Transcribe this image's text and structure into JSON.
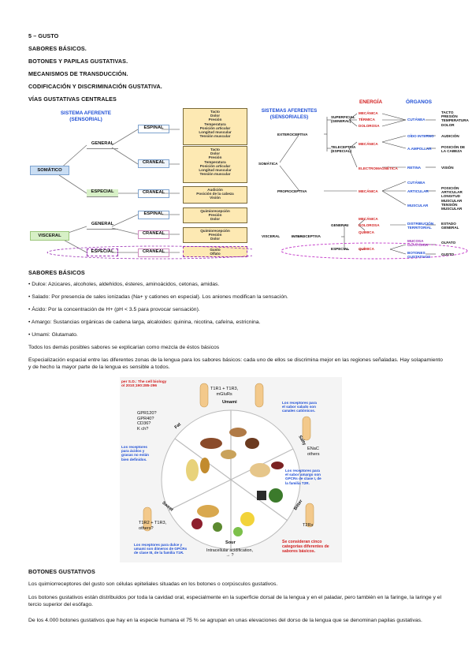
{
  "header": {
    "title": "5 – GUSTO",
    "items": [
      "SABORES BÁSICOS.",
      "BOTONES Y PAPILAS GUSTATIVAS.",
      "MECANISMOS DE TRANSDUCCIÓN.",
      "CODIFICACIÓN Y DISCRIMINACIÓN GUSTATIVA.",
      "VÍAS GUSTATIVAS CENTRALES"
    ]
  },
  "diagram_left": {
    "title": "SISTEMA AFERENTE\n(SENSORIAL)",
    "somatico": "SOMÁTICO",
    "visceral": "VISCERAL",
    "general_1": "GENERAL",
    "especial_1": "ESPECIAL",
    "general_2": "GENERAL",
    "especial_2": "ESPECIAL",
    "espinal_1": "ESPINAL",
    "craneal_1": "CRANEAL",
    "craneal_2": "CRANEAL",
    "espinal_2": "ESPINAL",
    "craneal_3": "CRANEAL",
    "craneal_4": "CRANEAL",
    "box1": [
      "Tacto",
      "Dolor",
      "Presión",
      "Temperatura",
      "Posición articular",
      "Longitud muscular",
      "Tensión muscular"
    ],
    "box2": [
      "Tacto",
      "Dolor",
      "Presión",
      "Temperatura",
      "Posición articular",
      "Longitud muscular",
      "Tensión muscular"
    ],
    "box3": [
      "Audición",
      "Posición de la cabeza",
      "Visión"
    ],
    "box4": [
      "Quimiorecepción",
      "Presión",
      "Dolor"
    ],
    "box5": [
      "Quimiorecepción",
      "Presión",
      "Dolor"
    ],
    "box6": [
      "Gusto",
      "Olfato"
    ]
  },
  "diagram_right": {
    "title": "SISTEMAS AFERENTES\n(SENSORIALES)",
    "col_energia": "ENERGÍA",
    "col_organos": "ÓRGANOS",
    "somatica": "SOMÁTICA",
    "visceral": "VISCERAL",
    "exteroceptiva": "EXTEROCEPTIVA",
    "propioceptiva": "PROPIOCEPTIVA",
    "interoceptiva": "INTEROCEPTIVA",
    "superficial": "SUPERFICIAL\n(GENERAL)",
    "teleceptiva": "TELECEPTIVA\n(ESPECIAL)",
    "general": "GENERAL",
    "especial": "ESPECIAL",
    "e_mecanica_1": "MECÁNICA",
    "e_termica_1": "TÉRMICA",
    "e_dolorosa_1": "DOLOROSA",
    "e_mecanica_2": "MECÁNICA",
    "e_electro": "ELECTROMAGNÉTICA",
    "e_mecanica_3": "MECÁNICA",
    "e_mecanica_4": "MECÁNICA",
    "e_dolorosa_2": "DOLOROSA",
    "e_quimica_1": "QUÍMICA",
    "e_quimica_2": "QUÍMICA",
    "o_cutanea_1": "CUTÁNEA",
    "o_oido": "OÍDO INTERNO",
    "o_ampollar": "A.AMPOLLAR",
    "o_retina": "RETINA",
    "o_cutanea_2": "CUTÁNEA",
    "o_articular": "ARTICULAR",
    "o_muscular": "MUSCULAR",
    "o_distribucion": "DISTRIBUCIÓN\nTERRITORIAL",
    "o_mucosa": "MUCOSA\nOLFATORIA",
    "o_botones": "BOTONES\nGUSTATIVOS",
    "r_tacto": "TACTO\nPRESIÓN\nTEMPERATURA\nDOLOR",
    "r_audicion": "AUDICIÓN",
    "r_posicion": "POSICIÓN DE\nLA CABEZA",
    "r_vision": "VISIÓN",
    "r_articular": "POSICIÓN\nARTICULAR\nLONGITUD\nMUSCULAR\nTENSIÓN\nMUSCULAR",
    "r_estado": "ESTADO\nGENERAL",
    "r_olfato": "OLFATO",
    "r_gusto": "GUSTO"
  },
  "sabores": {
    "heading": "SABORES BÁSICOS",
    "bullets": [
      "Dulce: Azúcares, alcoholes, aldehídos, ésteres, aminoácidos, cetonas, amidas.",
      "Salado: Por presencia de sales ionizadas (Na+ y cationes en especial). Los aniones modifican la sensación.",
      "Ácido: Por la concentración de H+ (pH < 3.5 para provocar sensación).",
      "Amargo: Sustancias orgánicas de cadena larga, alcaloides: quinina, nicotina, cafeína, estricnina.",
      "Umami: Glutamato."
    ],
    "p1": "Todos los demás posibles sabores se explicarían como mezcla de éstos básicos",
    "p2": "Especialización espacial entre las diferentes zonas de la lengua para los sabores básicos: cada uno de ellos se discrimina mejor en las regiones señaladas. Hay solapamiento y de hecho la mayor parte de la lengua es sensible a todos."
  },
  "figure": {
    "citation": "per S.D.: The cell biology\nol 2010;190:285-296",
    "umami": "Umami",
    "umami_rec": "T1R1 + T1R3,\nmGluRs",
    "salty": "Salty",
    "salty_rec": "ENaC\nothers",
    "bitter": "Bitter",
    "bitter_rec": "T2Rs",
    "sour": "Sour",
    "sour_rec": "Intracellular acidification,\n→ ?",
    "sweet": "Sweet",
    "sweet_rec": "T1R2 + T1R3,\nothers?",
    "fat": "Fat",
    "fat_rec": "GPR120?\nGPR40?\nCD36?\nK ch?",
    "note_salado": "Los receptores para\nel sabor salado son\ncanales catiónicos.",
    "note_acidos": "Los receptores\npara ácidos y\ngrasas no están\nbien definidos.",
    "note_amargo": "Los receptores para\nel sabor amargo son\nGPCRs de clase I, de\nla familia T2R.",
    "note_dulce": "Los receptores para dulce y\numami son dímeros de GPCRs\nde clase III, de la familia T1R.",
    "note_cinco": "Se consideran cinco\ncategorías diferentes de\nsabores básicos."
  },
  "botones": {
    "heading": "BOTONES GUSTATIVOS",
    "p1": "Los quimiorreceptores del gusto son células epiteliales situadas en los botones o corpúsculos gustativos.",
    "p2": "Los botones gustativos están distribuidos por toda la cavidad oral, especialmente en la superficie dorsal de la lengua y en el paladar, pero también en la faringe, la laringe y el tercio superior del esófago.",
    "p3": "De los 4.000 botones gustativos que hay en la especie humana el 75 % se agrupan en unas elevaciones del dorso de la lengua que se denominan papilas gustativas."
  },
  "colors": {
    "red": "#d21e1e",
    "blue": "#1f4fd6",
    "purple": "#9a2fb4",
    "box_fill": "#fde9b3"
  }
}
